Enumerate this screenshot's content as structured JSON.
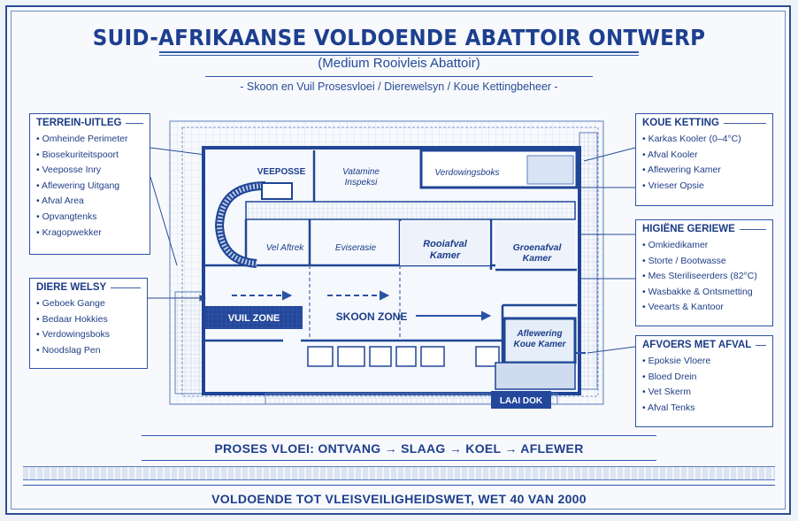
{
  "header": {
    "title": "SUID-AFRIKAANSE VOLDOENDE ABATTOIR ONTWERP",
    "subtitle": "(Medium Rooivleis Abattoir)",
    "tagline": "- Skoon en Vuil Prosesvloei / Dierewelsyn / Koue Kettingbeheer -"
  },
  "legends": {
    "terrein": {
      "title": "TERREIN-UITLEG",
      "items": [
        "Omheinde Perimeter",
        "Biosekuriteitspoort",
        "Veeposse Inry",
        "Aflewering Uitgang",
        "Afval Area",
        "Opvangtenks",
        "Kragopwekker"
      ]
    },
    "diere": {
      "title": "DIERE WELSY",
      "items": [
        "Geboek Gange",
        "Bedaar Hokkies",
        "Verdowingsboks",
        "Noodslag Pen"
      ]
    },
    "koue": {
      "title": "KOUE KETTING",
      "items": [
        "Karkas Kooler (0–4°C)",
        "Afval Kooler",
        "Aflewering Kamer",
        "Vrieser Opsie"
      ]
    },
    "higiene": {
      "title": "HIGIËNE GERIEWE",
      "items": [
        "Omkiedikamer",
        "Storte / Bootwasse",
        "Mes Steriliseerders (82°C)",
        "Wasbakke & Ontsmetting",
        "Veearts & Kantoor"
      ]
    },
    "afvoers": {
      "title": "AFVOERS MET AFVAL",
      "items": [
        "Epoksie Vloere",
        "Bloed Drein",
        "Vet Skerm",
        "Afval Tenks"
      ]
    }
  },
  "rooms": {
    "veeposse": "VEEPOSSE",
    "vatamine_1": "Vatamine",
    "vatamine_2": "Inspeksi",
    "verdowingsboks": "Verdowingsboks",
    "vel_aftrek": "Vel Aftrek",
    "eviserasie": "Eviserasie",
    "rooiafval_1": "Rooiafval",
    "rooiafval_2": "Kamer",
    "groenafval_1": "Groenafval",
    "groenafval_2": "Kamer",
    "aflewering_1": "Aflewering",
    "aflewering_2": "Koue Kamer"
  },
  "zones": {
    "vuil": "VUIL ZONE",
    "skoon": "SKOON ZONE",
    "laai_dok": "LAAI DOK"
  },
  "footer": {
    "proses": "PROSES VLOEI: ONTVANG → SLAAG → KOEL → AFLEWER",
    "wet": "VOLDOENDE TOT VLEISVEILIGHEIDSWET, WET 40 VAN 2000"
  },
  "colors": {
    "line": "#1f4596",
    "dark_band": "#23479b",
    "tint": "#dfe8f5"
  }
}
